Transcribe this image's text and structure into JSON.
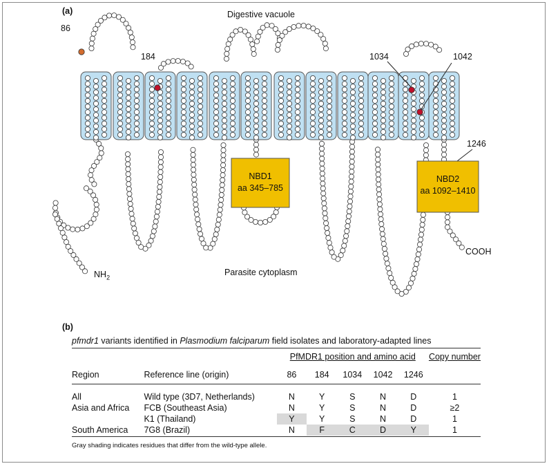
{
  "panel_a": {
    "label": "(a)",
    "top_region": "Digestive vacuole",
    "bottom_region": "Parasite cytoplasm",
    "n_terminus": "NH",
    "n_terminus_sub": "2",
    "c_terminus": "COOH",
    "residue_markers": [
      "86",
      "184",
      "1034",
      "1042",
      "1246"
    ],
    "nbd1": {
      "name": "NBD1",
      "range": "aa 345–785"
    },
    "nbd2": {
      "name": "NBD2",
      "range": "aa 1092–1410"
    },
    "colors": {
      "tm_fill": "#bfe0f2",
      "nbd_fill": "#f0bf00",
      "res_86": "#d36d2f",
      "res_mut": "#c0102a"
    }
  },
  "panel_b": {
    "label": "(b)",
    "caption_parts": [
      "pfmdr1",
      " variants identified in ",
      "Plasmodium falciparum",
      " field isolates and laboratory-adapted lines"
    ],
    "group_header": "PfMDR1 position and amino acid",
    "copy_header": "Copy number",
    "columns": [
      "Region",
      "Reference line (origin)",
      "86",
      "184",
      "1034",
      "1042",
      "1246"
    ],
    "rows": [
      {
        "region": "All",
        "line": "Wild type (3D7, Netherlands)",
        "aa": [
          "N",
          "Y",
          "S",
          "N",
          "D"
        ],
        "copy": "1"
      },
      {
        "region": "Asia and Africa",
        "line": "FCB (Southeast Asia)",
        "aa": [
          "N",
          "Y",
          "S",
          "N",
          "D"
        ],
        "copy": "≥2"
      },
      {
        "region": "",
        "line": "K1 (Thailand)",
        "aa": [
          "Y",
          "Y",
          "S",
          "N",
          "D"
        ],
        "copy": "1"
      },
      {
        "region": "South America",
        "line": "7G8 (Brazil)",
        "aa": [
          "N",
          "F",
          "C",
          "D",
          "Y"
        ],
        "copy": "1"
      }
    ],
    "note": "Gray shading indicates residues that differ from the wild-type allele."
  }
}
